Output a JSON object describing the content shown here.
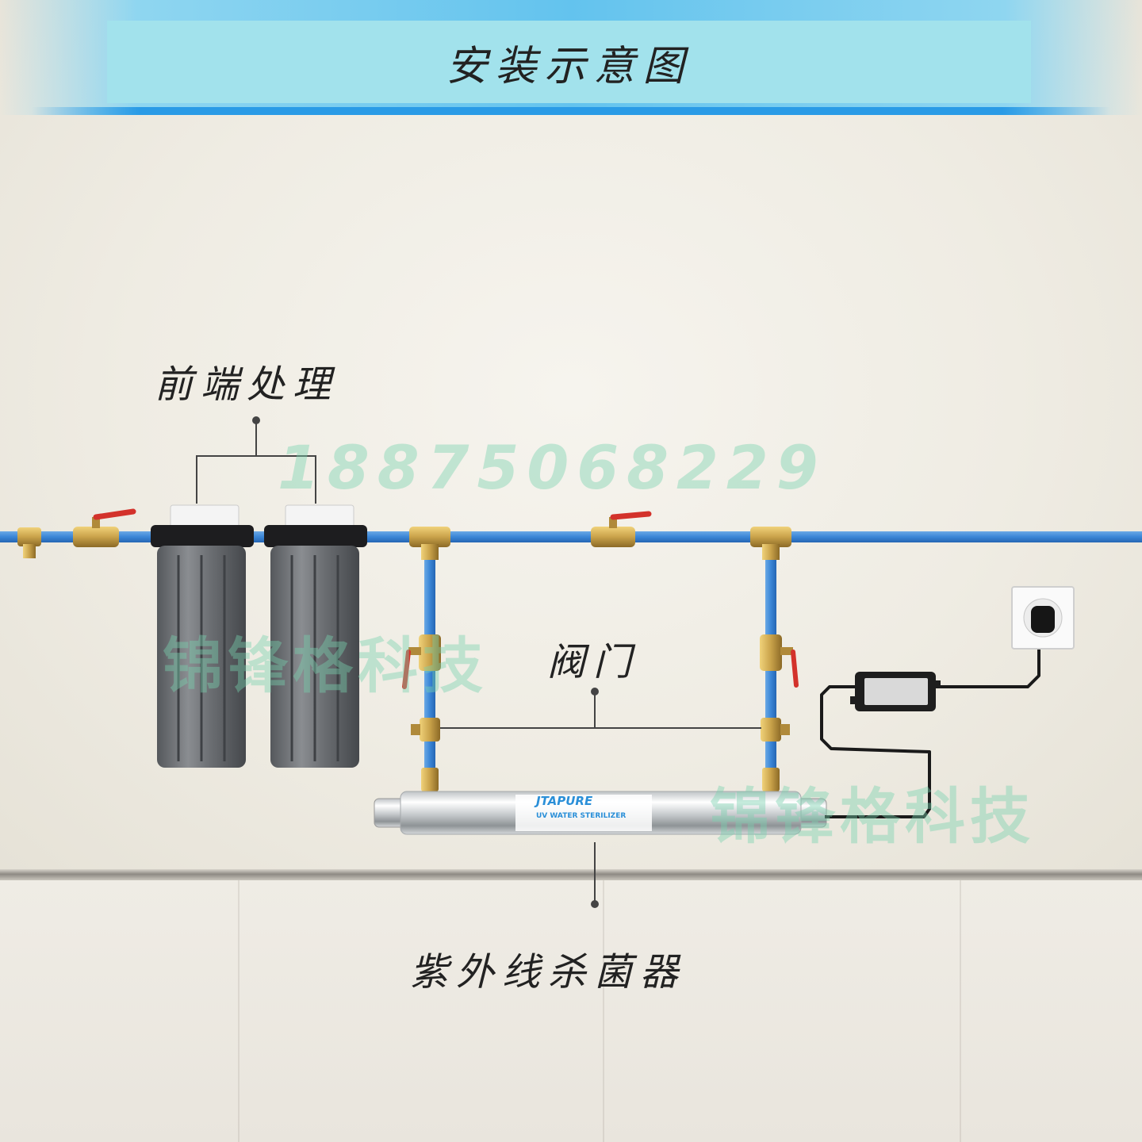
{
  "title": "安装示意图",
  "labels": {
    "pre_treatment": "前端处理",
    "valve": "阀门",
    "uv_sterilizer": "紫外线杀菌器"
  },
  "watermark": {
    "phone": "18875068229",
    "company": "锦锋格科技"
  },
  "product": {
    "brand": "JTAPURE",
    "subtitle": "UV WATER STERILIZER"
  },
  "colors": {
    "pipe": "#3b86d6",
    "brass": "#c9a24a",
    "filter_housing": "#6b6e72",
    "title_band": "#a2e2ec",
    "valve_handle": "#d3322b"
  }
}
